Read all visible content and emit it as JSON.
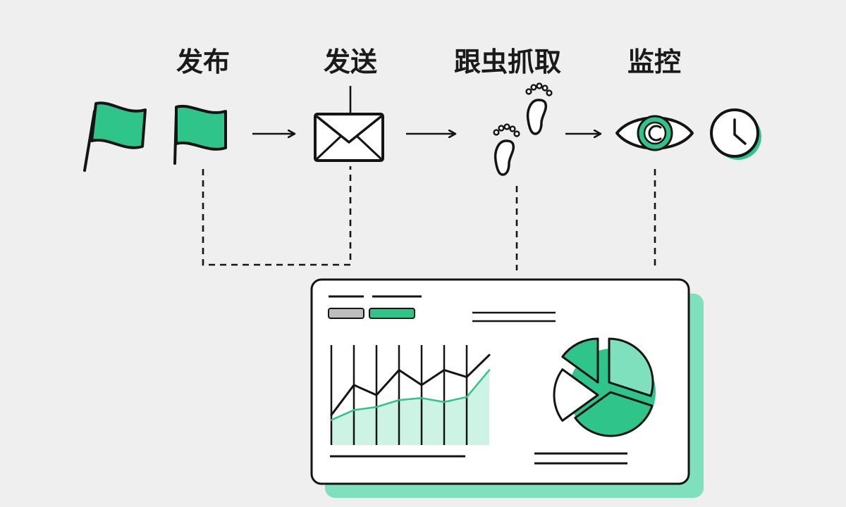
{
  "steps": [
    {
      "id": "publish",
      "label": "发布",
      "icon": "flag-icon"
    },
    {
      "id": "send",
      "label": "发送",
      "icon": "envelope-icon"
    },
    {
      "id": "crawl",
      "label": "跟虫抓取",
      "icon": "footprints-icon"
    },
    {
      "id": "monitor",
      "label": "监控",
      "icon": "eye-icon"
    }
  ],
  "extra_icons": [
    "clock-icon"
  ],
  "dashboard": {
    "line_chart": {
      "type": "line",
      "series": [
        {
          "values": [
            3,
            6,
            5,
            7.5,
            6,
            7.5,
            6.8,
            9
          ]
        },
        {
          "values": [
            2.5,
            3.5,
            3.8,
            4.5,
            4.7,
            4.3,
            4.8,
            7.5
          ]
        }
      ],
      "ylim": [
        0,
        10
      ],
      "grid": true
    },
    "pie_chart": {
      "type": "pie",
      "values": [
        30,
        35,
        20,
        15
      ]
    }
  },
  "colors": {
    "accent": "#2fc48a",
    "accent_light": "#7fe0bd",
    "accent_pale": "#cdf3e4",
    "ink": "#141414",
    "gray_bar": "#bdbdbd",
    "background": "#efefef"
  }
}
